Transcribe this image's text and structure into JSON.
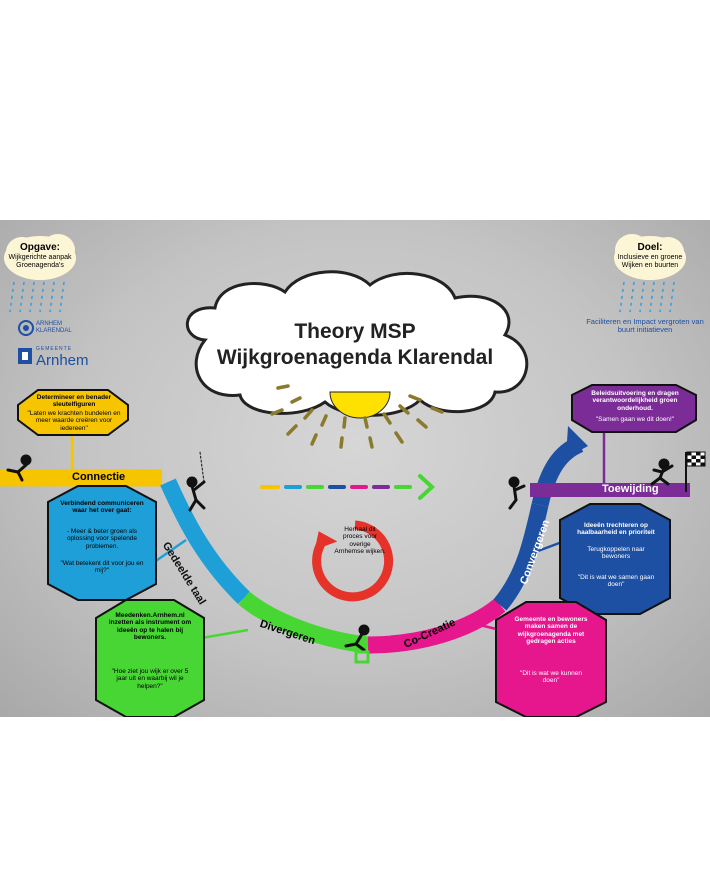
{
  "title": {
    "line1": "Theory MSP",
    "line2": "Wijkgroenagenda Klarendal"
  },
  "opgave": {
    "heading": "Opgave:",
    "text": "Wijkgerichte aanpak Groenagenda's"
  },
  "doel": {
    "heading": "Doel:",
    "text": "Inclusieve en groene Wijken en buurten",
    "subtext": "Faciliteren en Impact vergroten van buurt initiatieven"
  },
  "logos": {
    "klarendal": "ARNHEM KLARENDAL",
    "gemeente_small": "GEMEENTE",
    "gemeente": "Arnhem"
  },
  "stages": {
    "connectie": "Connectie",
    "gedeelde_taal": "Gedeelde taal",
    "divergeren": "Divergeren",
    "co_creatie": "Co-Creatie",
    "convergeren": "Convergeren",
    "toewijding": "Toewijding"
  },
  "bubbles": {
    "yellow": {
      "title": "Determineer en benader sleutelfiguren",
      "quote": "\"Laten we krachten bundelen en meer waarde creëren voor iedereen\""
    },
    "blue": {
      "title": "Verbindend communiceren waar het over gaat:",
      "text": "- Meer & beter groen als oplossing voor spelende problemen.",
      "quote": "\"Wat betekent dit voor jou en mij?\""
    },
    "green": {
      "title": "Meedenken.Arnhem.nl inzetten als instrument om ideeën op te halen bij bewoners.",
      "quote": "\"Hoe ziet jou wijk er over 5 jaar uit en waarbij wil je helpen?\""
    },
    "purple": {
      "title": "Beleidsuitvoering en dragen verantwoordelijkheid groen onderhoud.",
      "quote": "\"Samen gaan we dit doen!\""
    },
    "navy": {
      "title": "Ideeën trechteren op haalbaarheid en prioriteit",
      "text": "Terugkoppelen naar bewoners",
      "quote": "\"Dit is wat we samen gaan doen\""
    },
    "magenta": {
      "title": "Gemeente en bewoners maken samen de wijkgroenagenda met gedragen acties",
      "quote": "\"Dit is wat we kunnen doen\""
    }
  },
  "herhaal": "Herhaal dit proces voor overige Arnhemse wijken.",
  "colors": {
    "yellow": "#f7c400",
    "blue": "#1e9fd8",
    "green": "#47d633",
    "magenta": "#e6168c",
    "navy": "#1d4fa3",
    "purple": "#7b2c96",
    "red": "#e5332a"
  }
}
